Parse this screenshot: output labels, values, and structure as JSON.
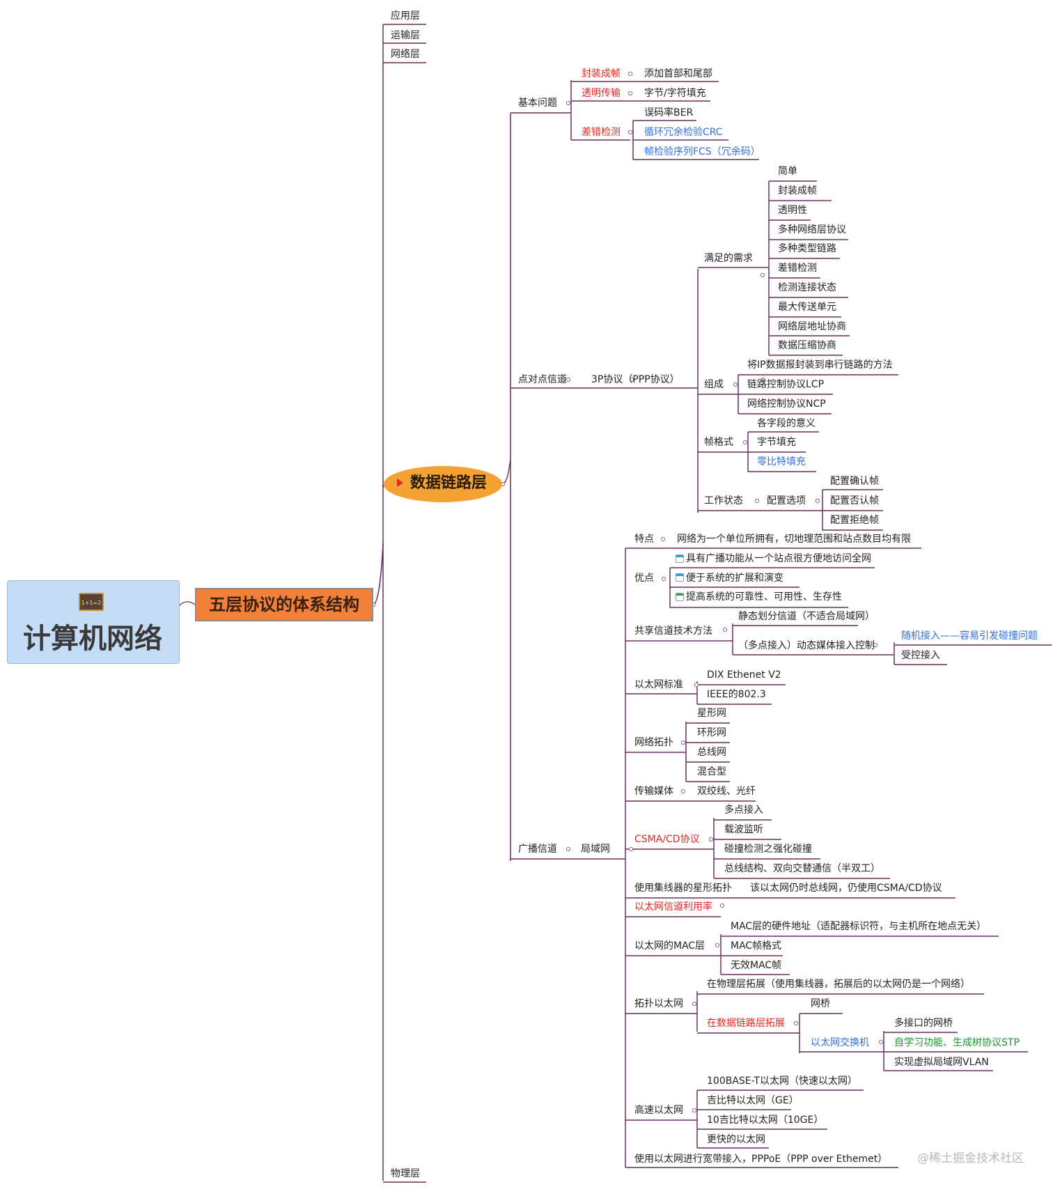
{
  "root": {
    "title": "计算机网络",
    "icon": "chalkboard-icon"
  },
  "level1": "五层协议的体系结构",
  "layers": {
    "application": "应用层",
    "transport": "运输层",
    "network": "网络层",
    "datalink": "数据链路层",
    "physical": "物理层"
  },
  "basic": {
    "title": "基本问题",
    "framing": {
      "label": "封装成帧",
      "detail": "添加首部和尾部"
    },
    "transparent": {
      "label": "透明传输",
      "detail": "字节/字符填充"
    },
    "error": {
      "label": "差错检测",
      "items": [
        "误码率BER",
        "循环冗余检验CRC",
        "帧检验序列FCS（冗余码）"
      ]
    }
  },
  "p2p": {
    "title": "点对点信道",
    "ppp": "3P协议（PPP协议）",
    "needs": {
      "title": "满足的需求",
      "items": [
        "简单",
        "封装成帧",
        "透明性",
        "多种网络层协议",
        "多种类型链路",
        "差错检测",
        "检测连接状态",
        "最大传送单元",
        "网络层地址协商",
        "数据压缩协商"
      ]
    },
    "composition": {
      "title": "组成",
      "items": [
        "将IP数据报封装到串行链路的方法",
        "链路控制协议LCP",
        "网络控制协议NCP"
      ]
    },
    "frame": {
      "title": "帧格式",
      "items": [
        "各字段的意义",
        "字节填充",
        "零比特填充"
      ]
    },
    "state": {
      "title": "工作状态",
      "option": "配置选项",
      "items": [
        "配置确认帧",
        "配置否认帧",
        "配置拒绝帧"
      ]
    }
  },
  "broadcast": {
    "title": "广播信道",
    "lan": "局域网",
    "feature": {
      "title": "特点",
      "detail": "网络为一个单位所拥有，切地理范围和站点数目均有限"
    },
    "advantages": {
      "title": "优点",
      "items": [
        "具有广播功能从一个站点很方便地访问全网",
        "便于系统的扩展和演变",
        "提高系统的可靠性、可用性、生存性"
      ]
    },
    "shared": {
      "title": "共享信道技术方法",
      "static": "静态划分信道（不适合局域网）",
      "dynamic": "（多点接入）动态媒体接入控制",
      "random": "随机接入——容易引发碰撞问题",
      "controlled": "受控接入"
    },
    "ethernet_std": {
      "title": "以太网标准",
      "items": [
        "DIX Ethenet V2",
        "IEEE的802.3"
      ]
    },
    "topology": {
      "title": "网络拓扑",
      "items": [
        "星形网",
        "环形网",
        "总线网",
        "混合型"
      ]
    },
    "media": {
      "title": "传输媒体",
      "detail": "双绞线、光纤"
    },
    "csma": {
      "title": "CSMA/CD协议",
      "items": [
        "多点接入",
        "载波监听",
        "碰撞检测之强化碰撞",
        "总线结构、双向交替通信（半双工）"
      ]
    },
    "hub": {
      "title": "使用集线器的星形拓扑",
      "detail": "该以太网仍时总线网，仍使用CSMA/CD协议"
    },
    "utilization": "以太网信道利用率",
    "mac": {
      "title": "以太网的MAC层",
      "items": [
        "MAC层的硬件地址（适配器标识符，与主机所在地点无关）",
        "MAC帧格式",
        "无效MAC帧"
      ]
    },
    "extend": {
      "title": "拓扑以太网",
      "physical": "在物理层拓展（使用集线器，拓展后的以太网仍是一个网络）",
      "datalink": "在数据链路层拓展",
      "bridge": "网桥",
      "switch": "以太网交换机",
      "switch_items": [
        "多接口的网桥",
        "自学习功能、生成树协议STP",
        "实现虚拟局域网VLAN"
      ]
    },
    "highspeed": {
      "title": "高速以太网",
      "items": [
        "100BASE-T以太网（快速以太网）",
        "吉比特以太网（GE）",
        "10吉比特以太网（10GE）",
        "更快的以太网"
      ]
    },
    "pppoe": "使用以太网进行宽带接入，PPPoE（PPP over Ethemet）"
  },
  "watermark": "@稀土掘金技术社区"
}
